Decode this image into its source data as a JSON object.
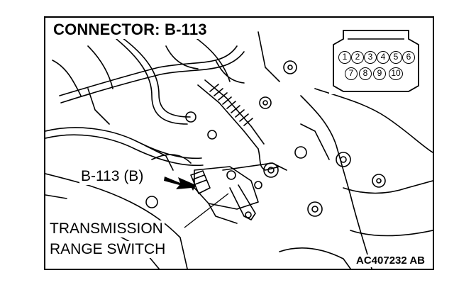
{
  "title": "CONNECTOR: B-113",
  "labels": {
    "connector_callout": "B-113 (B)",
    "switch_line1": "TRANSMISSION",
    "switch_line2": "RANGE SWITCH"
  },
  "figure_code": "AC407232 AB",
  "connector_pins": {
    "top_row": [
      "1",
      "2",
      "3",
      "4",
      "5",
      "6"
    ],
    "bottom_row": [
      "7",
      "8",
      "9",
      "10"
    ]
  }
}
